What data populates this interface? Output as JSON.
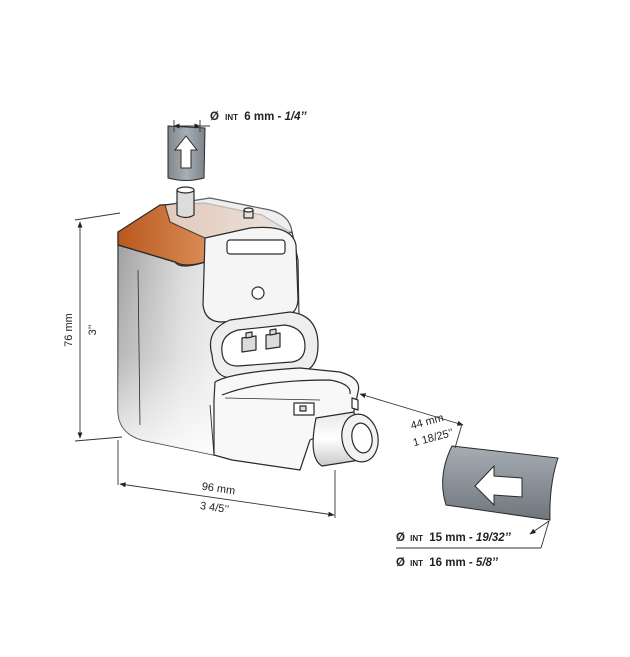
{
  "dimensions": {
    "inlet_small": {
      "diameter_symbol": "Ø",
      "int_label": "INT",
      "metric": "6 mm",
      "separator": " - ",
      "imperial": "1/4’’"
    },
    "height": {
      "metric": "76 mm",
      "imperial": "3’’"
    },
    "width": {
      "metric": "96 mm",
      "imperial": "3 4/5’’"
    },
    "outlet_length": {
      "metric": "44 mm",
      "imperial": "1 18/25’’"
    },
    "outlet_diam_1": {
      "diameter_symbol": "Ø",
      "int_label": "INT",
      "metric": "15 mm",
      "separator": " - ",
      "imperial": "19/32’’"
    },
    "outlet_diam_2": {
      "diameter_symbol": "Ø",
      "int_label": "INT",
      "metric": "16 mm",
      "separator": " - ",
      "imperial": "5/8’’"
    }
  },
  "colors": {
    "accent_orange": "#c8662a",
    "body_grey": "#b9b9b9",
    "hose_grey": "#8e959b",
    "outline": "#2a2a2a"
  },
  "icons": [
    "arrow-up-icon",
    "arrow-left-icon"
  ]
}
